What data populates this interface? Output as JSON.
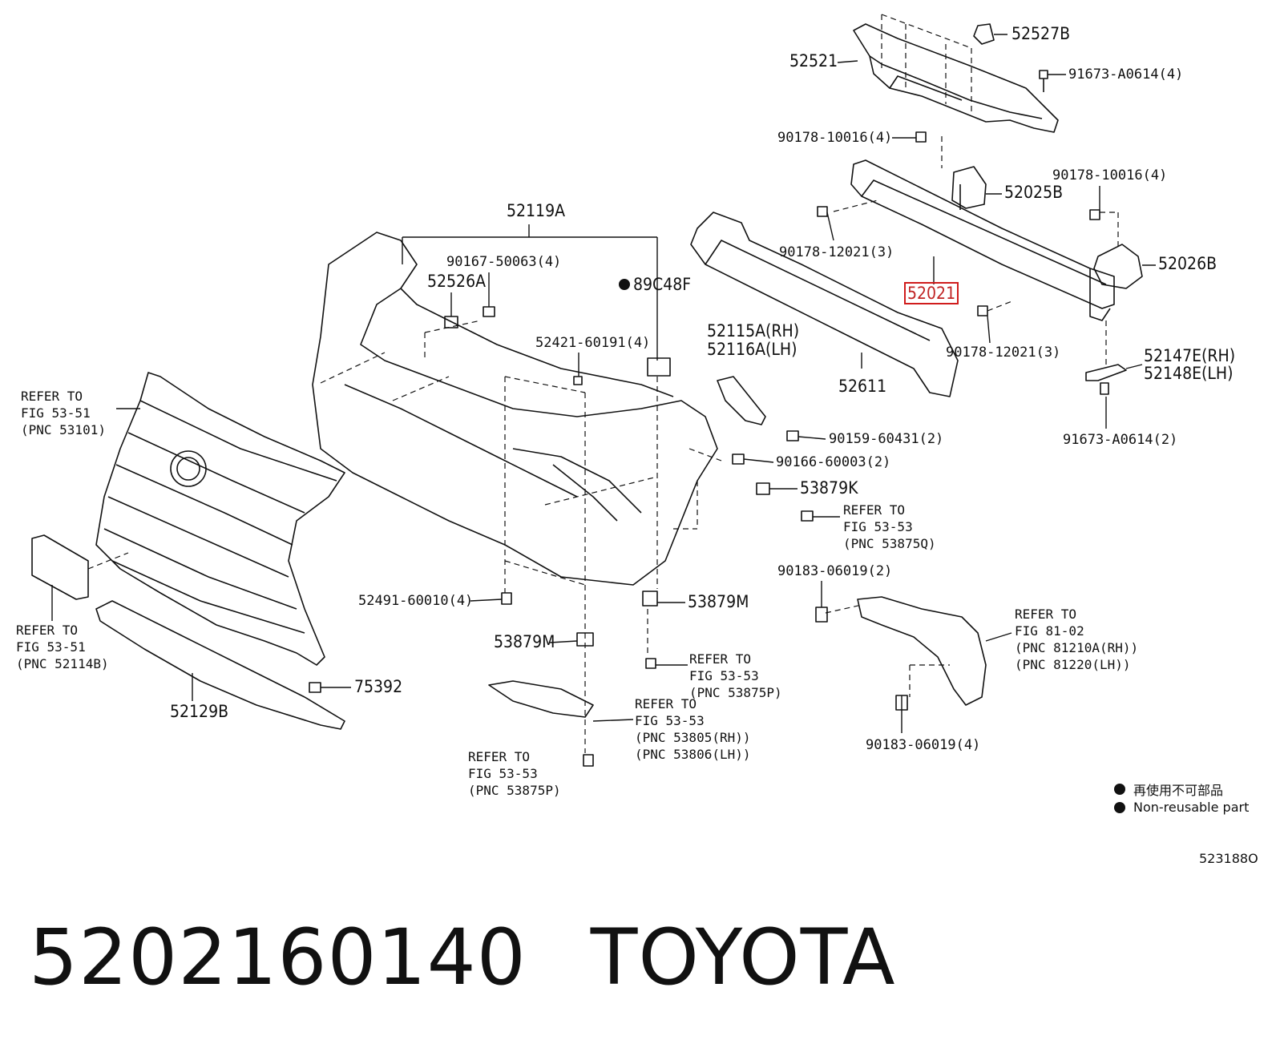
{
  "labels": {
    "p52527B": "52527B",
    "p91673_top": "91673-A0614(4)",
    "p52521": "52521",
    "p90178_10016_a": "90178-10016(4)",
    "p90178_10016_b": "90178-10016(4)",
    "p52025B": "52025B",
    "p52119A": "52119A",
    "p90178_12021_a": "90178-12021(3)",
    "p52026B": "52026B",
    "p90167": "90167-50063(4)",
    "p52526A": "52526A",
    "p89C48F": "89C48F",
    "p52021": "52021",
    "p90178_12021_b": "90178-12021(3)",
    "p52115A": "52115A(RH)",
    "p52116A": "52116A(LH)",
    "p52421": "52421-60191(4)",
    "p52147E": "52147E(RH)",
    "p52148E": "52148E(LH)",
    "p52611": "52611",
    "p90159": "90159-60431(2)",
    "p91673_bot": "91673-A0614(2)",
    "p90166": "90166-60003(2)",
    "p53879K": "53879K",
    "p90183_a": "90183-06019(2)",
    "p52491": "52491-60010(4)",
    "p53879M_a": "53879M",
    "p53879M_b": "53879M",
    "p75392": "75392",
    "p52129B": "52129B",
    "p90183_b": "90183-06019(4)"
  },
  "refs": {
    "r1": [
      "REFER TO",
      "FIG 53-51",
      "(PNC 53101)"
    ],
    "r2": [
      "REFER TO",
      "FIG 53-53",
      "(PNC 53875Q)"
    ],
    "r3": [
      "REFER TO",
      "FIG 81-02",
      "(PNC 81210A(RH))",
      "(PNC 81220(LH))"
    ],
    "r4": [
      "REFER TO",
      "FIG 53-51",
      "(PNC 52114B)"
    ],
    "r5": [
      "REFER TO",
      "FIG 53-53",
      "(PNC 53875P)"
    ],
    "r6": [
      "REFER TO",
      "FIG 53-53",
      "(PNC 53805(RH))",
      "(PNC 53806(LH))"
    ],
    "r7": [
      "REFER TO",
      "FIG 53-53",
      "(PNC 53875P)"
    ]
  },
  "legend": {
    "line1": "再使用不可部品",
    "line2": "Non-reusable part"
  },
  "diagram_code": "523188O",
  "footer": {
    "part_number": "5202160140",
    "brand": "TOYOTA"
  },
  "colors": {
    "highlight": "#d01c1c",
    "line": "#111111"
  }
}
